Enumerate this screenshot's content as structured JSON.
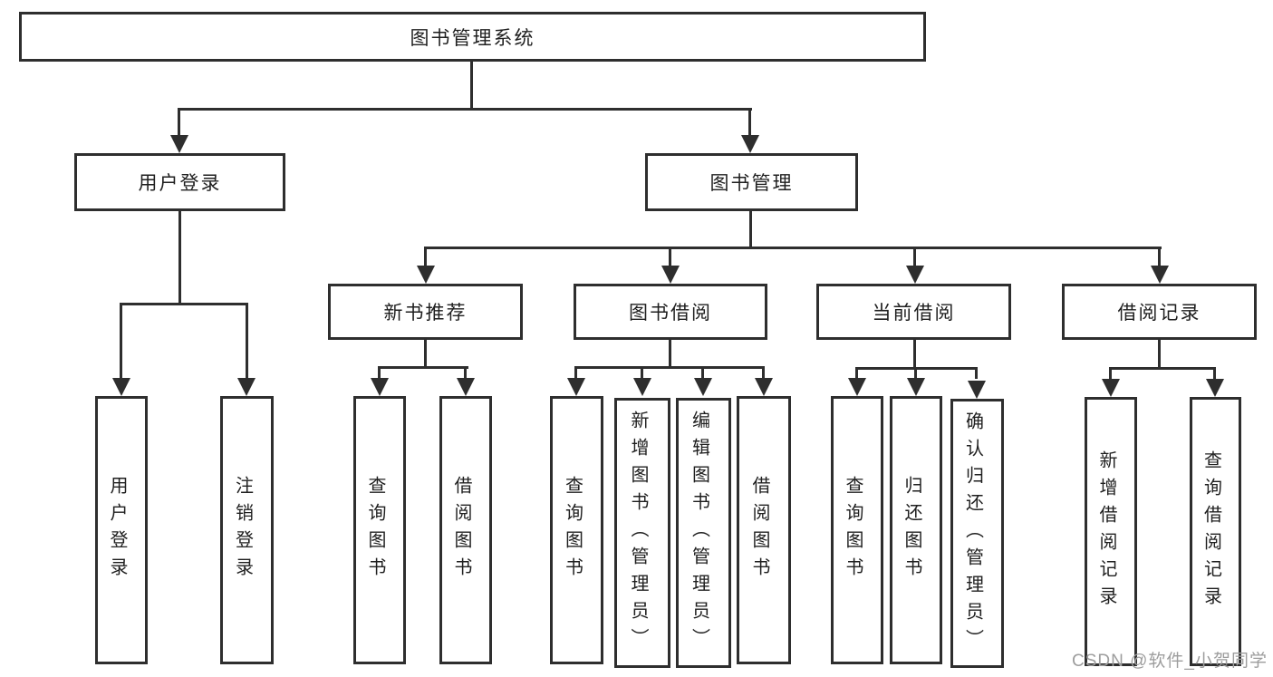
{
  "title": "图书管理系统",
  "tree": {
    "label": "图书管理系统",
    "children": [
      {
        "label": "用户登录",
        "children": [
          {
            "label": "用户登录"
          },
          {
            "label": "注销登录"
          }
        ]
      },
      {
        "label": "图书管理",
        "children": [
          {
            "label": "新书推荐",
            "children": [
              {
                "label": "查询图书"
              },
              {
                "label": "借阅图书"
              }
            ]
          },
          {
            "label": "图书借阅",
            "children": [
              {
                "label": "查询图书"
              },
              {
                "label": "新增图书（管理员）"
              },
              {
                "label": "编辑图书（管理员）"
              },
              {
                "label": "借阅图书"
              }
            ]
          },
          {
            "label": "当前借阅",
            "children": [
              {
                "label": "查询图书"
              },
              {
                "label": "归还图书"
              },
              {
                "label": "确认归还（管理员）"
              }
            ]
          },
          {
            "label": "借阅记录",
            "children": [
              {
                "label": "新增借阅记录"
              },
              {
                "label": "查询借阅记录"
              }
            ]
          }
        ]
      }
    ]
  },
  "watermark": {
    "text": "CSDN @软件_小贺同学",
    "color": "#9d9d9d"
  },
  "colors": {
    "line": "#2e2e2e",
    "text": "#1f1f1f",
    "background": "#ffffff"
  }
}
